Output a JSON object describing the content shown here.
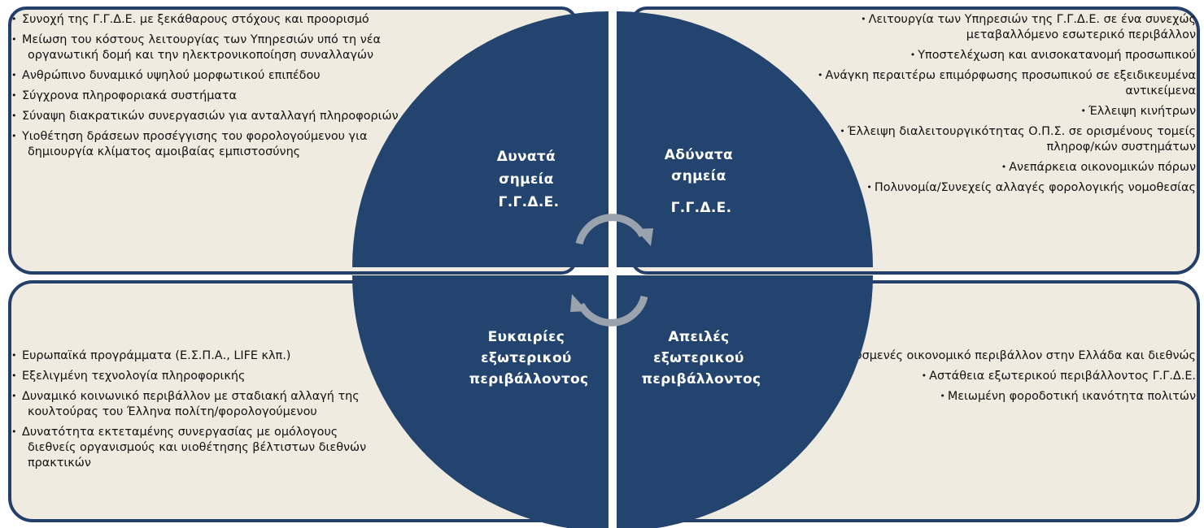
{
  "quadrants": {
    "strengths": {
      "title_lines": [
        "Δυνατά",
        "σημεία",
        "Γ.Γ.Δ.Ε."
      ],
      "items": [
        "Συνοχή της Γ.Γ.Δ.Ε. με ξεκάθαρους στόχους και προορισμό",
        "Μείωση του κόστους λειτουργίας των Υπηρεσιών υπό τη νέα οργανωτική δομή και την ηλεκτρονικοποίηση συναλλαγών",
        "Ανθρώπινο δυναμικό υψηλού μορφωτικού επιπέδου",
        "Σύγχρονα πληροφοριακά συστήματα",
        "Σύναψη διακρατικών συνεργασιών για ανταλλαγή πληροφοριών",
        "Υιοθέτηση δράσεων προσέγγισης του φορολογούμενου για δημιουργία κλίματος αμοιβαίας εμπιστοσύνης"
      ]
    },
    "weaknesses": {
      "title_lines": [
        "Αδύνατα",
        "σημεία",
        "Γ.Γ.Δ.Ε."
      ],
      "items": [
        "Λειτουργία των Υπηρεσιών της Γ.Γ.Δ.Ε. σε ένα συνεχώς μεταβαλλόμενο εσωτερικό περιβάλλον",
        "Υποστελέχωση και ανισοκατανομή προσωπικού",
        "Ανάγκη περαιτέρω επιμόρφωσης προσωπικού σε εξειδικευμένα αντικείμενα",
        "Έλλειψη κινήτρων",
        "Έλλειψη διαλειτουργικότητας Ο.Π.Σ. σε ορισμένους τομείς πληροφ/κών συστημάτων",
        "Ανεπάρκεια οικονομικών πόρων",
        "Πολυνομία/Συνεχείς αλλαγές φορολογικής νομοθεσίας"
      ]
    },
    "opportunities": {
      "title_lines": [
        "Ευκαιρίες",
        "εξωτερικού",
        "περιβάλλοντος"
      ],
      "items": [
        "Ευρωπαϊκά προγράμματα (Ε.Σ.Π.Α., LIFE κλπ.)",
        "Εξελιγμένη τεχνολογία πληροφορικής",
        "Δυναμικό κοινωνικό περιβάλλον με σταδιακή αλλαγή της κουλτούρας του Έλληνα πολίτη/φορολογούμενου",
        "Δυνατότητα εκτεταμένης συνεργασίας με ομόλογους διεθνείς οργανισμούς και υιοθέτησης βέλτιστων διεθνών πρακτικών"
      ]
    },
    "threats": {
      "title_lines": [
        "Απειλές",
        "εξωτερικού",
        "περιβάλλοντος"
      ],
      "items": [
        "Δυσμενές οικονομικό περιβάλλον στην Ελλάδα και διεθνώς",
        "Αστάθεια εξωτερικού περιβάλλοντος Γ.Γ.Δ.Ε.",
        "Μειωμένη φοροδοτική ικανότητα πολιτών"
      ]
    }
  },
  "colors": {
    "circle": "#23446e",
    "panel_bg": "#f0ebe0",
    "panel_border": "#233f6a",
    "arrow": "#9aa3ad"
  },
  "bullet_glyph": "•",
  "icons": [
    "cycle-arrows-icon"
  ]
}
